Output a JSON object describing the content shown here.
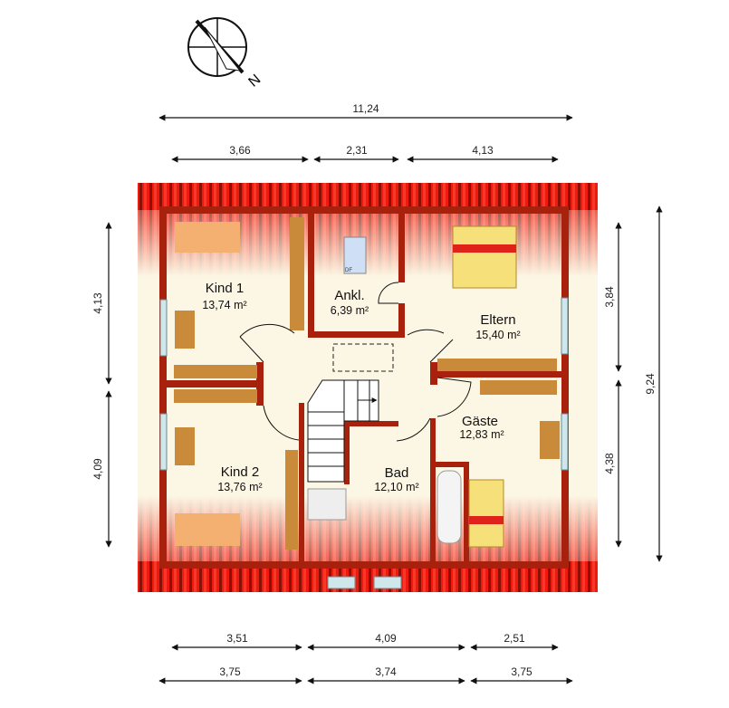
{
  "compass": {
    "north_label": "N"
  },
  "dimensions": {
    "top_total": "11,24",
    "top_segments": [
      "3,66",
      "2,31",
      "4,13"
    ],
    "left_segments": [
      "4,13",
      "4,09"
    ],
    "right_segments": [
      "3,84",
      "4,38"
    ],
    "right_total": "9,24",
    "bottom_inner": [
      "3,51",
      "4,09",
      "2,51"
    ],
    "bottom_outer": [
      "3,75",
      "3,74",
      "3,75"
    ]
  },
  "rooms": [
    {
      "name": "Kind 1",
      "area": "13,74 m²"
    },
    {
      "name": "Ankl.",
      "area": "6,39 m²"
    },
    {
      "name": "Eltern",
      "area": "15,40 m²"
    },
    {
      "name": "Gäste",
      "area": "12,83 m²"
    },
    {
      "name": "Kind 2",
      "area": "13,76 m²"
    },
    {
      "name": "Bad",
      "area": "12,10 m²"
    }
  ],
  "skylight_label": "DF",
  "colors": {
    "roof": "#e8160c",
    "wall": "#a8210c",
    "floor": "#fcf6e4",
    "furniture": "#c98a3a"
  }
}
